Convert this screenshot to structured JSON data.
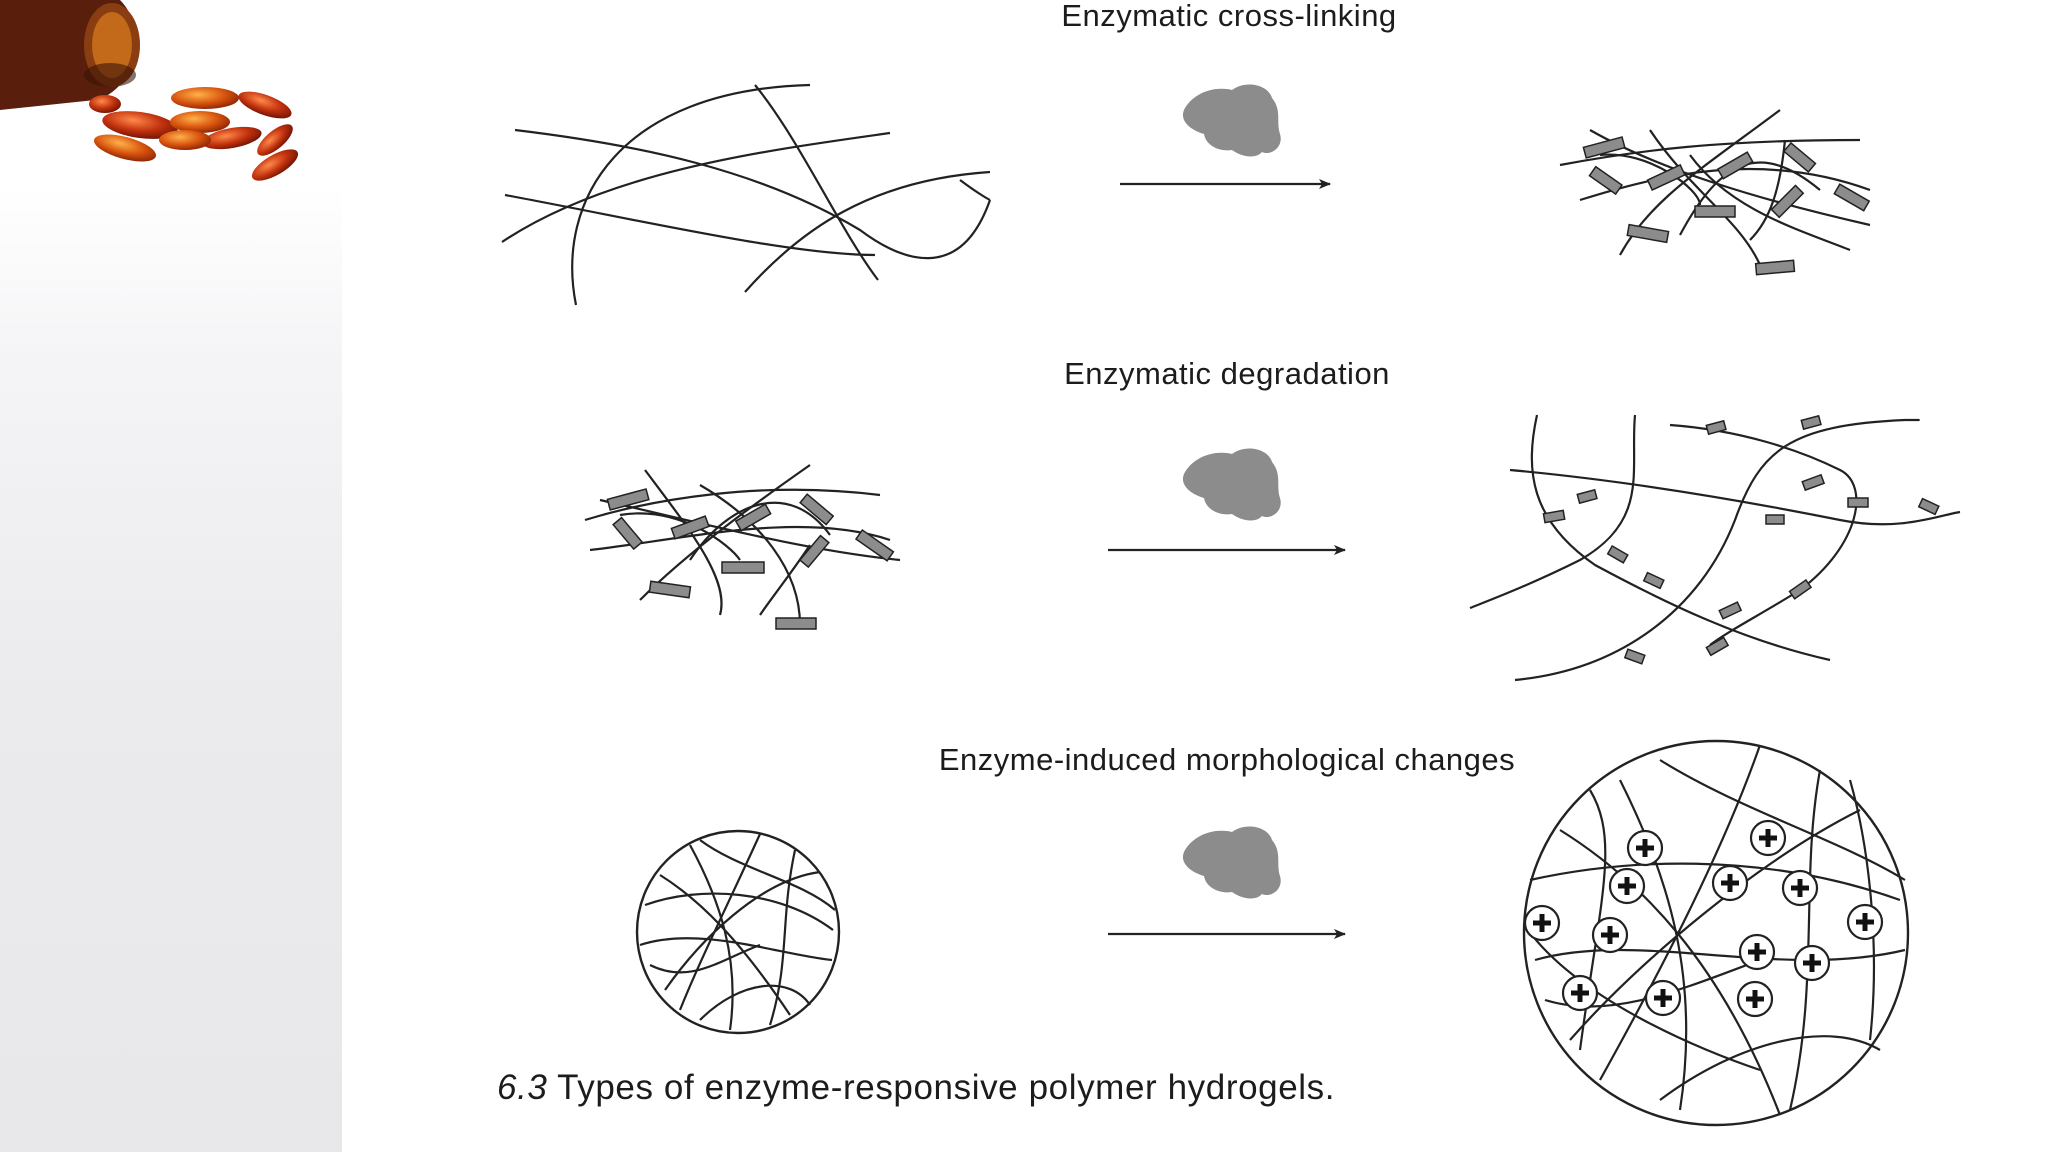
{
  "panels": {
    "crosslinking": {
      "title": "Enzymatic cross-linking"
    },
    "degradation": {
      "title": "Enzymatic degradation"
    },
    "morphological": {
      "title": "Enzyme-induced morphological changes"
    }
  },
  "caption": {
    "number": "6.3",
    "text": "Types of enzyme-responsive polymer hydrogels."
  },
  "colors": {
    "enzyme": "#8c8c8c",
    "line": "#222222",
    "sidebar": "#ebebed"
  },
  "icons": [
    "pill-bottle-icon",
    "enzyme-icon",
    "arrow-right-icon",
    "positive-charge-icon"
  ]
}
